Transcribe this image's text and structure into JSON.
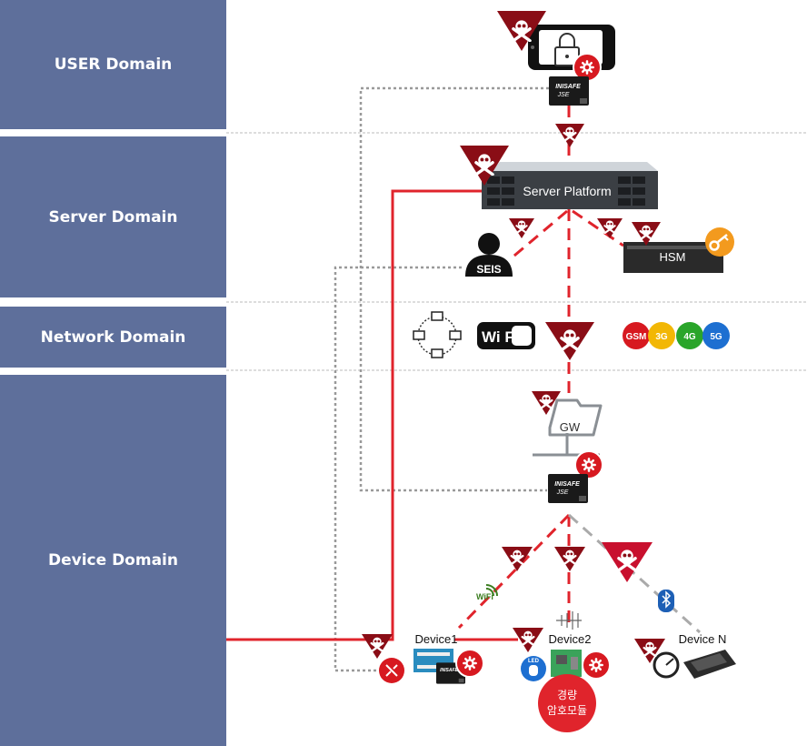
{
  "domains": [
    {
      "label": "USER Domain"
    },
    {
      "label": "Server Domain"
    },
    {
      "label": "Network Domain"
    },
    {
      "label": "Device Domain"
    }
  ],
  "nodes": {
    "server": "Server Platform",
    "seis": "SEIS",
    "hsm": "HSM",
    "gw": "GW",
    "device1": "Device1",
    "device2": "Device2",
    "deviceN": "Device N"
  },
  "chips": {
    "brand": "INISAFE",
    "model": "JSE"
  },
  "network": {
    "wifi": "Wi Fi",
    "gsm": "GSM",
    "g3": "3G",
    "g4": "4G",
    "g5": "5G"
  },
  "icons": {
    "small_wifi": "WiFi",
    "led": "LED"
  },
  "module": {
    "line1": "경량",
    "line2": "암호모듈"
  },
  "colors": {
    "domain": "#5e6f9b",
    "threat": "#c8102e",
    "line_red": "#e0242c",
    "line_gray": "#999999"
  }
}
